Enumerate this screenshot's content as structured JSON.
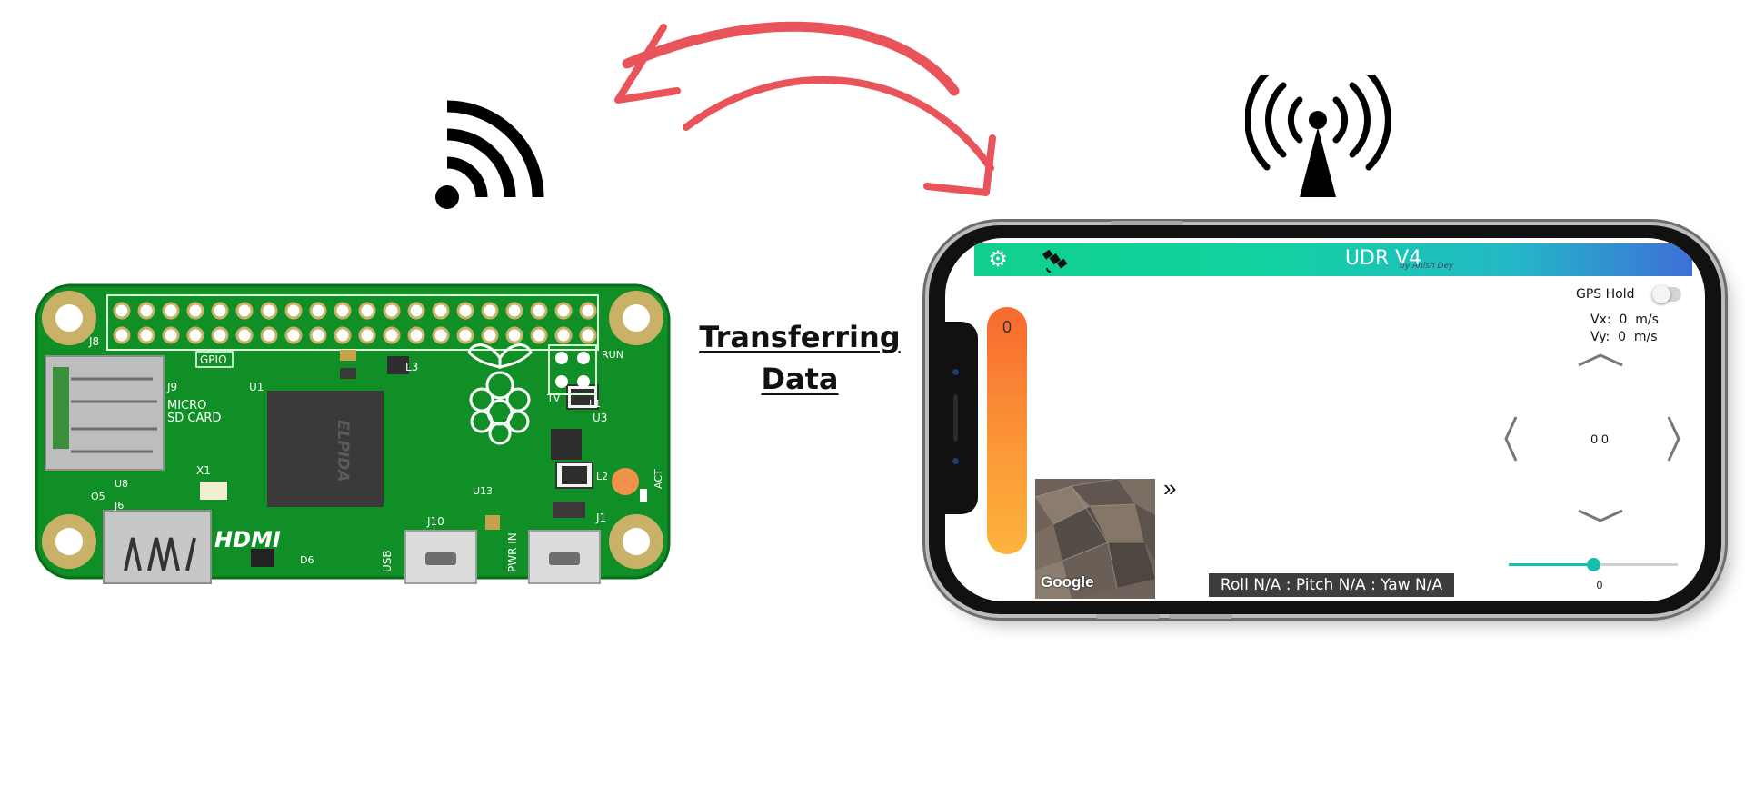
{
  "diagram": {
    "caption_line1": "Transferring",
    "caption_line2": "Data",
    "arrow_color": "#e9545a",
    "icons": {
      "left": "wifi-icon",
      "right": "radio-tower-icon"
    }
  },
  "board": {
    "pcb_color": "#0f8f25",
    "silkscreen": {
      "gpio": "GPIO",
      "j8": "J8",
      "j9": "J9",
      "sd_line1": "MICRO",
      "sd_line2": "SD CARD",
      "u1": "U1",
      "chip_brand": "ELPIDA",
      "l3": "L3",
      "run": "RUN",
      "tv": "TV",
      "u3": "U3",
      "l1": "L1",
      "l2": "L2",
      "act": "ACT",
      "x1": "X1",
      "u8": "U8",
      "o5": "O5",
      "u13": "U13",
      "j6": "J6",
      "hdmi": "HDMI",
      "d6": "D6",
      "j10": "J10",
      "usb": "USB",
      "pwr_in": "PWR IN",
      "j1": "J1"
    }
  },
  "app": {
    "title": "UDR V4",
    "subtitle": "by Anish Dey",
    "settings_icon": "gear-icon",
    "satellite_icon": "satellite-icon",
    "throttle_value": "0",
    "throttle_level": 1.0,
    "map_logo": "Google",
    "expand_icon": "»",
    "attitude": "Roll N/A : Pitch N/A : Yaw N/A",
    "gps_hold_label": "GPS Hold",
    "gps_hold_on": false,
    "vx": "Vx:  0  m/s",
    "vy": "Vy:  0  m/s",
    "dpad_center": "0 0",
    "slider_value": "0",
    "slider_fraction": 0.5,
    "accent": "#15c0ad"
  }
}
